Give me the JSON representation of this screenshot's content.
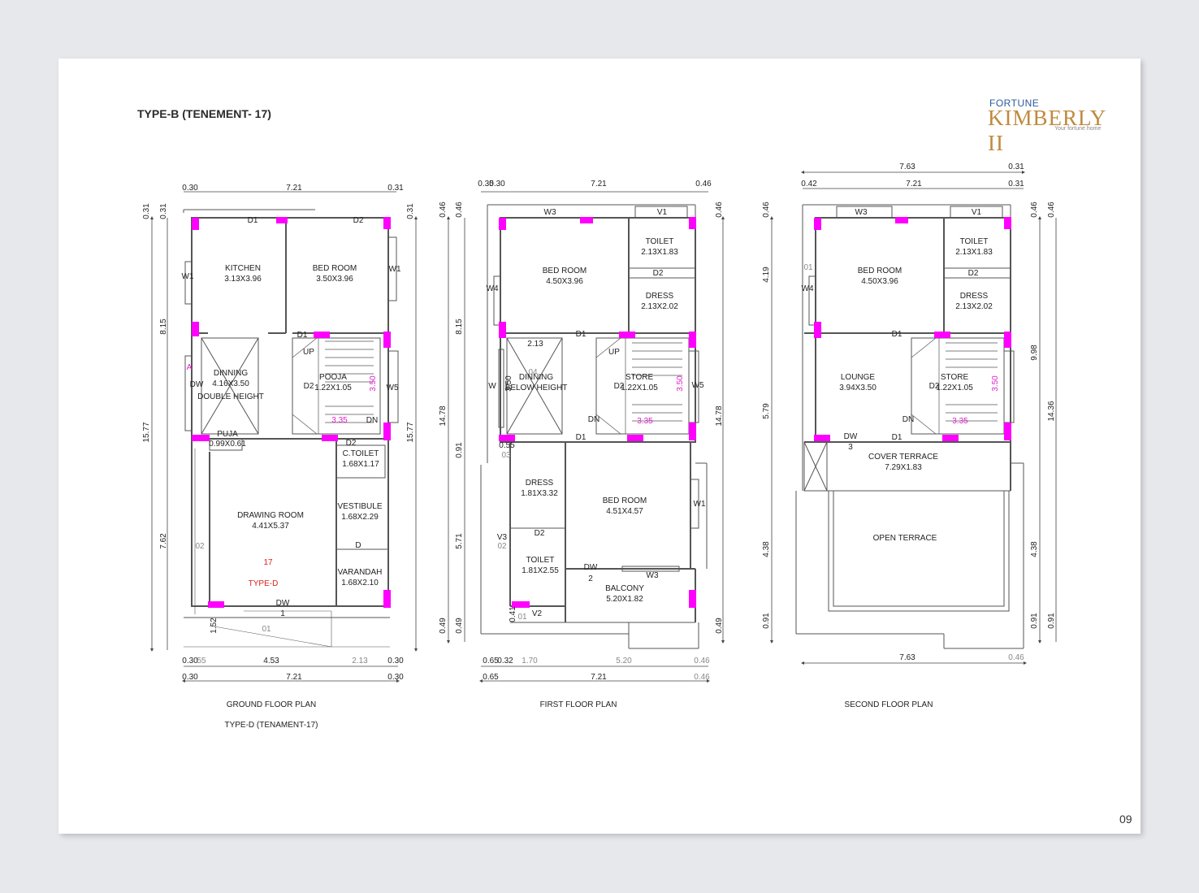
{
  "document": {
    "title": "TYPE-B (TENEMENT- 17)",
    "page_number": "09"
  },
  "logo": {
    "top": "FORTUNE",
    "main": "KIMBERLY II",
    "tagline": "Your fortune home"
  },
  "ground_floor": {
    "caption": "GROUND FLOOR PLAN",
    "subcaption": "TYPE-D (TENAMENT-17)",
    "rooms": {
      "kitchen": {
        "name": "KITCHEN",
        "size": "3.13X3.96"
      },
      "bedroom": {
        "name": "BED ROOM",
        "size": "3.50X3.96"
      },
      "dinning": {
        "name": "DINNING",
        "size": "4.16X3.50",
        "note": "DOUBLE HEIGHT"
      },
      "pooja": {
        "name": "POOJA",
        "size": "1.22X1.05"
      },
      "puja": {
        "name": "PUJA",
        "size": "0.99X0.61"
      },
      "ctoilet": {
        "name": "C.TOILET",
        "size": "1.68X1.17"
      },
      "vestibule": {
        "name": "VESTIBULE",
        "size": "1.68X2.29"
      },
      "drawing": {
        "name": "DRAWING ROOM",
        "size": "4.41X5.37"
      },
      "varandah": {
        "name": "VARANDAH",
        "size": "1.68X2.10"
      }
    },
    "unit_number": "17",
    "unit_type": "TYPE-D",
    "labels": [
      "D1",
      "D2",
      "W1",
      "W1",
      "D1",
      "UP",
      "DN",
      "D2",
      "W5",
      "DW",
      "A",
      "D2",
      "D",
      "DW",
      "1",
      "02",
      "01",
      "3.50",
      "3.35"
    ],
    "dims": {
      "top": [
        "0.30",
        "7.21",
        "0.31"
      ],
      "left_outer": "15.77",
      "left_upper": "8.15",
      "left_lower": "7.62",
      "top_left": [
        "0.31",
        "0.31"
      ],
      "right": "15.77",
      "right_top": "0.31",
      "step": "1.52",
      "bottom_row1": [
        "0.30",
        "55",
        "4.53",
        "2.13",
        "0.30"
      ],
      "bottom_row2": [
        "0.30",
        "7.21",
        "0.30"
      ]
    }
  },
  "first_floor": {
    "caption": "FIRST FLOOR PLAN",
    "rooms": {
      "bedroom1": {
        "name": "BED ROOM",
        "size": "4.50X3.96"
      },
      "toilet1": {
        "name": "TOILET",
        "size": "2.13X1.83"
      },
      "dress1": {
        "name": "DRESS",
        "size": "2.13X2.02"
      },
      "dinning": {
        "name": "DINNING",
        "note": "BELOW HEIGHT"
      },
      "store": {
        "name": "STORE",
        "size": "1.22X1.05"
      },
      "dress2": {
        "name": "DRESS",
        "size": "1.81X3.32"
      },
      "bedroom2": {
        "name": "BED ROOM",
        "size": "4.51X4.57"
      },
      "toilet2": {
        "name": "TOILET",
        "size": "1.81X2.55"
      },
      "balcony": {
        "name": "BALCONY",
        "size": "5.20X1.82"
      }
    },
    "labels": [
      "W3",
      "V1",
      "D2",
      "W4",
      "D1",
      "UP",
      "2.13",
      "W",
      "3.50",
      "D2",
      "3.50",
      "W5",
      "DN",
      "3.35",
      "D1",
      "0.55",
      "03",
      "W1",
      "D2",
      "V3",
      "02",
      "DW",
      "2",
      "W3",
      "0.41",
      "01",
      "V2",
      "04"
    ],
    "dims": {
      "top": [
        "0.35",
        "0.30",
        "7.21",
        "0.46"
      ],
      "left": [
        "0.46",
        "0.46",
        "8.15",
        "14.78",
        "0.91",
        "5.71",
        "0.49",
        "0.49"
      ],
      "right": [
        "0.46",
        "14.78",
        "0.49"
      ],
      "bottom_row1": [
        "0.65",
        "0.32",
        "1.70",
        "5.20",
        "0.46"
      ],
      "bottom_row2": [
        "0.65",
        "7.21",
        "0.46"
      ]
    }
  },
  "second_floor": {
    "caption": "SECOND FLOOR PLAN",
    "rooms": {
      "bedroom": {
        "name": "BED ROOM",
        "size": "4.50X3.96"
      },
      "toilet": {
        "name": "TOILET",
        "size": "2.13X1.83"
      },
      "dress": {
        "name": "DRESS",
        "size": "2.13X2.02"
      },
      "lounge": {
        "name": "LOUNGE",
        "size": "3.94X3.50"
      },
      "store": {
        "name": "STORE",
        "size": "1.22X1.05"
      },
      "cover_terrace": {
        "name": "COVER TERRACE",
        "size": "7.29X1.83"
      },
      "open_terrace": {
        "name": "OPEN TERRACE"
      }
    },
    "labels": [
      "W3",
      "V1",
      "D2",
      "W4",
      "01",
      "D1",
      "D2",
      "3.50",
      "DN",
      "3.35",
      "DW",
      "3",
      "D1"
    ],
    "dims": {
      "top1": [
        "7.63",
        "0.31"
      ],
      "top2": [
        "0.42",
        "7.21",
        "0.31"
      ],
      "left": [
        "0.46",
        "4.19",
        "5.79",
        "4.38",
        "0.91"
      ],
      "right_inner": [
        "0.46",
        "9.98",
        "4.38",
        "0.91"
      ],
      "right_outer": [
        "0.46",
        "14.36",
        "0.91"
      ],
      "bottom": [
        "7.63",
        "0.46"
      ]
    }
  },
  "colors": {
    "column": "#ff00ff",
    "wall": "#555555",
    "accent_red": "#e02020",
    "gray_dim": "#888888",
    "logo_gold": "#c08a3e",
    "logo_blue": "#2a5a9a"
  }
}
